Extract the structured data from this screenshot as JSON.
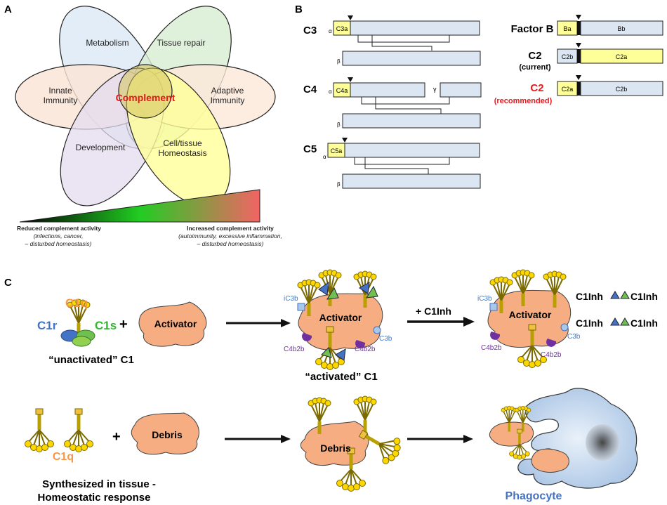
{
  "panel_a": {
    "label": "A",
    "petals": {
      "metabolism": "Metabolism",
      "tissue_repair": "Tissue repair",
      "innate_1": "Innate",
      "innate_2": "Immunity",
      "adaptive_1": "Adaptive",
      "adaptive_2": "Immunity",
      "development": "Development",
      "homeostasis_1": "Cell/tissue",
      "homeostasis_2": "Homeostasis"
    },
    "center": "Complement",
    "gradient": {
      "left_title": "Reduced complement activity",
      "left_sub_1": "(infections, cancer,",
      "left_sub_2": "– disturbed homeostasis)",
      "right_title": "Increased complement activity",
      "right_sub_1": "(autoimmunity, excessive inflammation,",
      "right_sub_2": "– disturbed homeostasis)"
    }
  },
  "panel_b": {
    "label": "B",
    "c3": {
      "name": "C3",
      "frag": "C3a",
      "alpha": "α",
      "beta": "β"
    },
    "c4": {
      "name": "C4",
      "frag": "C4a",
      "alpha": "α",
      "beta": "β",
      "gamma": "γ"
    },
    "c5": {
      "name": "C5",
      "frag": "C5a",
      "alpha": "α",
      "beta": "β"
    },
    "factor_b": {
      "name": "Factor B",
      "left": "Ba",
      "right": "Bb"
    },
    "c2_current": {
      "name": "C2",
      "note": "(current)",
      "left": "C2b",
      "right": "C2a"
    },
    "c2_recommended": {
      "name": "C2",
      "note": "(recommended)",
      "left": "C2a",
      "right": "C2b"
    }
  },
  "panel_c": {
    "label": "C",
    "c1q": "C1q",
    "c1r": "C1r",
    "c1s": "C1s",
    "plus": "+",
    "activator": "Activator",
    "unactivated": "“unactivated” C1",
    "activated": "“activated” C1",
    "plus_c1inh": "+ C1Inh",
    "ic3b": "iC3b",
    "c3b": "C3b",
    "c4b2b": "C4b2b",
    "c1inh": "C1Inh",
    "debris": "Debris",
    "synth_1": "Synthesized in tissue -",
    "synth_2": "Homeostatic response",
    "phagocyte": "Phagocyte"
  },
  "colors": {
    "orange_text": "#f79646",
    "blue_text": "#4472c4",
    "green_text": "#2eb82e",
    "red_text": "#e8161b",
    "cell_fill": "#f6ad82",
    "frag_yellow": "#ffff99",
    "chain_blue": "#dce6f2"
  }
}
